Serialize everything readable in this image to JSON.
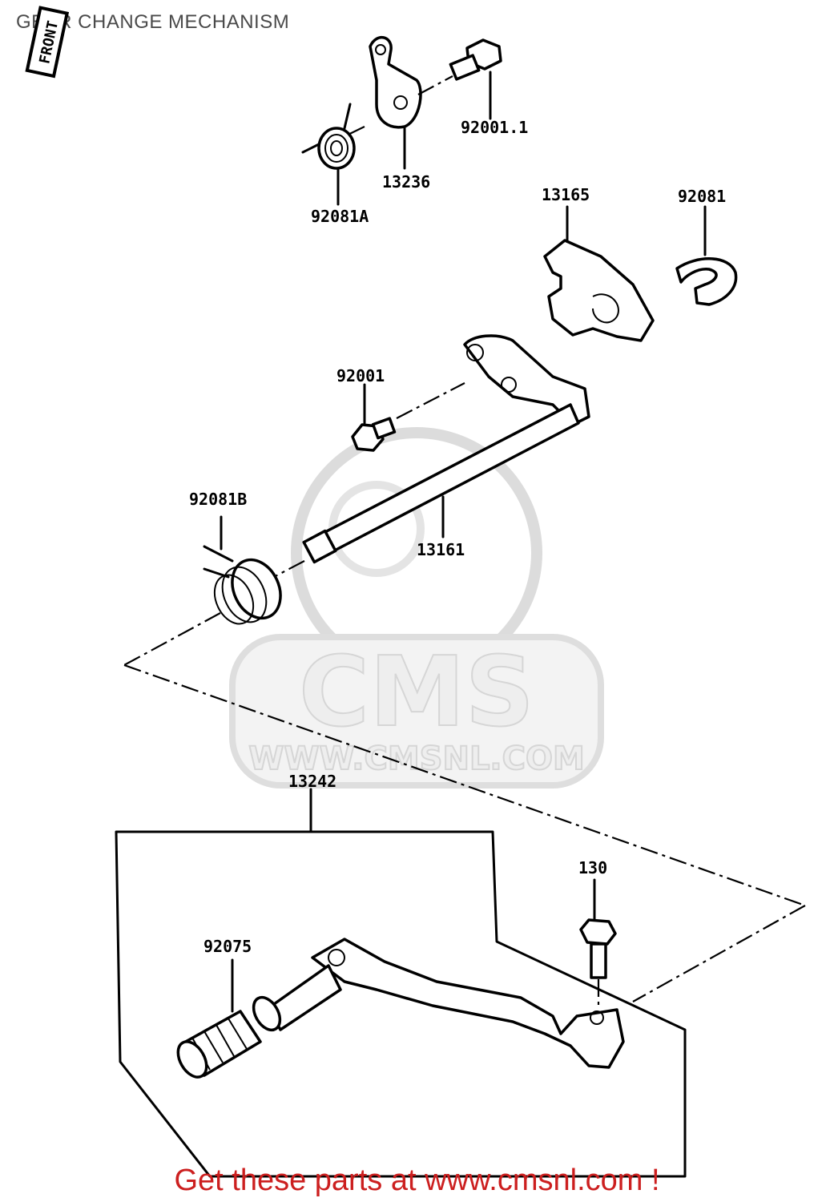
{
  "title": "GEAR CHANGE MECHANISM",
  "front_marker": "FRONT",
  "watermark": {
    "brand": "CMS",
    "url": "WWW.CMSNL.COM"
  },
  "parts": [
    {
      "id": "92001-1",
      "label": "92001.1"
    },
    {
      "id": "13236",
      "label": "13236"
    },
    {
      "id": "92081A",
      "label": "92081A"
    },
    {
      "id": "13165",
      "label": "13165"
    },
    {
      "id": "92081",
      "label": "92081"
    },
    {
      "id": "92001",
      "label": "92001"
    },
    {
      "id": "92081B",
      "label": "92081B"
    },
    {
      "id": "13161",
      "label": "13161"
    },
    {
      "id": "13242",
      "label": "13242"
    },
    {
      "id": "130",
      "label": "130"
    },
    {
      "id": "92075",
      "label": "92075"
    }
  ],
  "promo_text": "Get these parts at www.cmsnl.com !",
  "colors": {
    "promo": "#cc1f1f",
    "title": "#4a4a4a",
    "watermark": "#d6d6d6"
  }
}
